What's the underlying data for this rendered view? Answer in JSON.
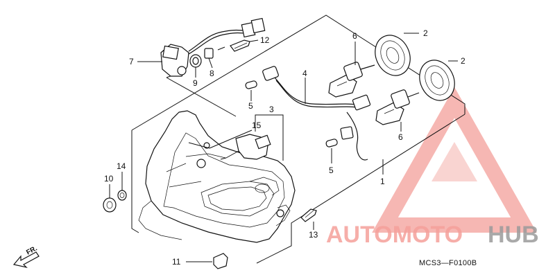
{
  "diagram": {
    "part_labels": {
      "p1": "1",
      "p2a": "2",
      "p2b": "2",
      "p3": "3",
      "p4": "4",
      "p5a": "5",
      "p5b": "5",
      "p6a": "6",
      "p6b": "6",
      "p7": "7",
      "p8": "8",
      "p9": "9",
      "p10": "10",
      "p11": "11",
      "p12": "12",
      "p13": "13",
      "p14": "14",
      "p15": "15"
    },
    "figure_code": "MCS3—F0100B",
    "direction_label": "FR.",
    "watermark": {
      "part1": "AUTOMOTO",
      "part2": "HUB",
      "color_primary": "#f4a09a",
      "color_secondary": "#9a9a9a"
    }
  }
}
